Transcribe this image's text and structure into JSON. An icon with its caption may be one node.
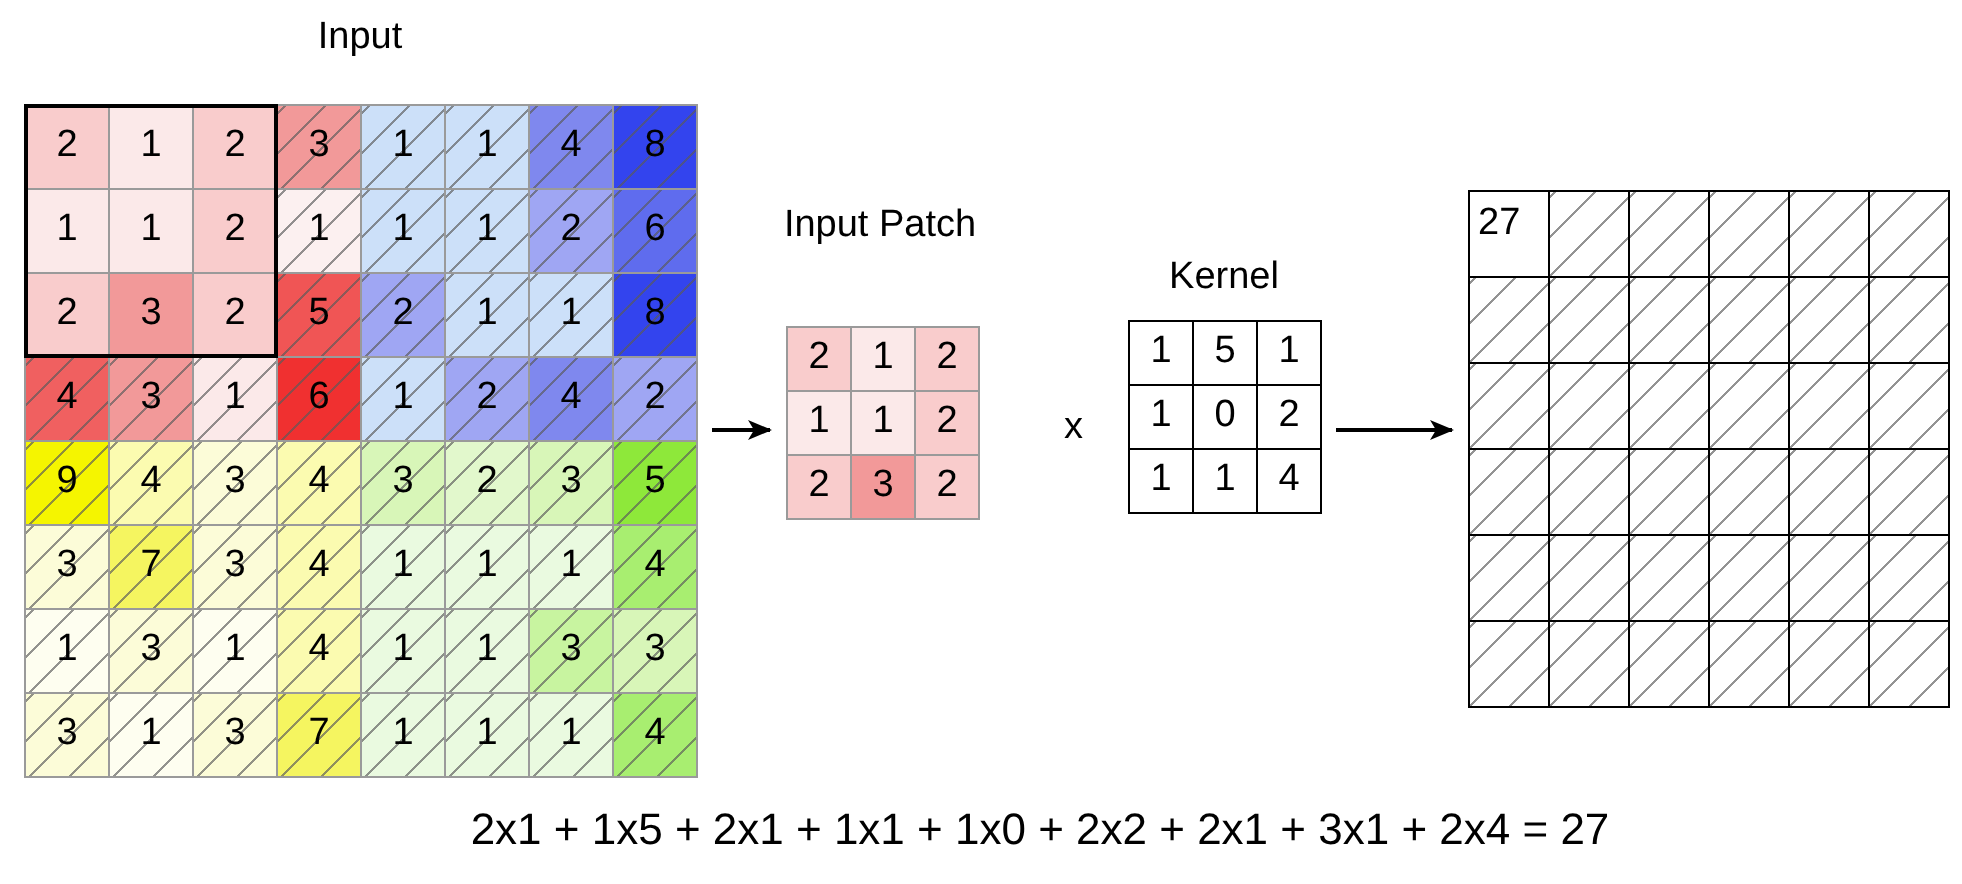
{
  "diagram": {
    "nodes": [
      {
        "text": [
          "Input",
          "2",
          "1",
          "2",
          "3",
          "1",
          "1",
          "4",
          "8",
          "1",
          "1",
          "2",
          "1",
          "1",
          "1",
          "2",
          "6",
          "2",
          "3",
          "2",
          "5",
          "2",
          "1",
          "1",
          "8",
          "4",
          "3",
          "1",
          "6",
          "1",
          "2",
          "4",
          "2",
          "9",
          "4",
          "3",
          "4",
          "3",
          "2",
          "3",
          "5",
          "3",
          "7",
          "3",
          "4",
          "1",
          "1",
          "1",
          "4",
          "1",
          "3",
          "1",
          "4",
          "1",
          "1",
          "3",
          "3",
          "3",
          "1",
          "3",
          "7",
          "1",
          "1",
          "1",
          "4"
        ]
      },
      {
        "text": [
          "Input Patch",
          "2",
          "1",
          "2",
          "1",
          "1",
          "2",
          "2",
          "3",
          "2"
        ]
      },
      {
        "text": [
          "Kernel",
          "1",
          "5",
          "1",
          "1",
          "0",
          "2",
          "1",
          "1",
          "4"
        ]
      },
      {
        "text": [
          "27"
        ]
      }
    ],
    "edges": [
      {
        "from": 0,
        "to": 1,
        "arrow": "to"
      },
      {
        "from": 2,
        "to": 3,
        "arrow": "to"
      }
    ],
    "labels": [
      "x",
      "2x1 + 1x5 + 2x1 + 1x1 + 1x0 + 2x2 + 2x1 + 3x1 + 2x4 = 27"
    ]
  }
}
